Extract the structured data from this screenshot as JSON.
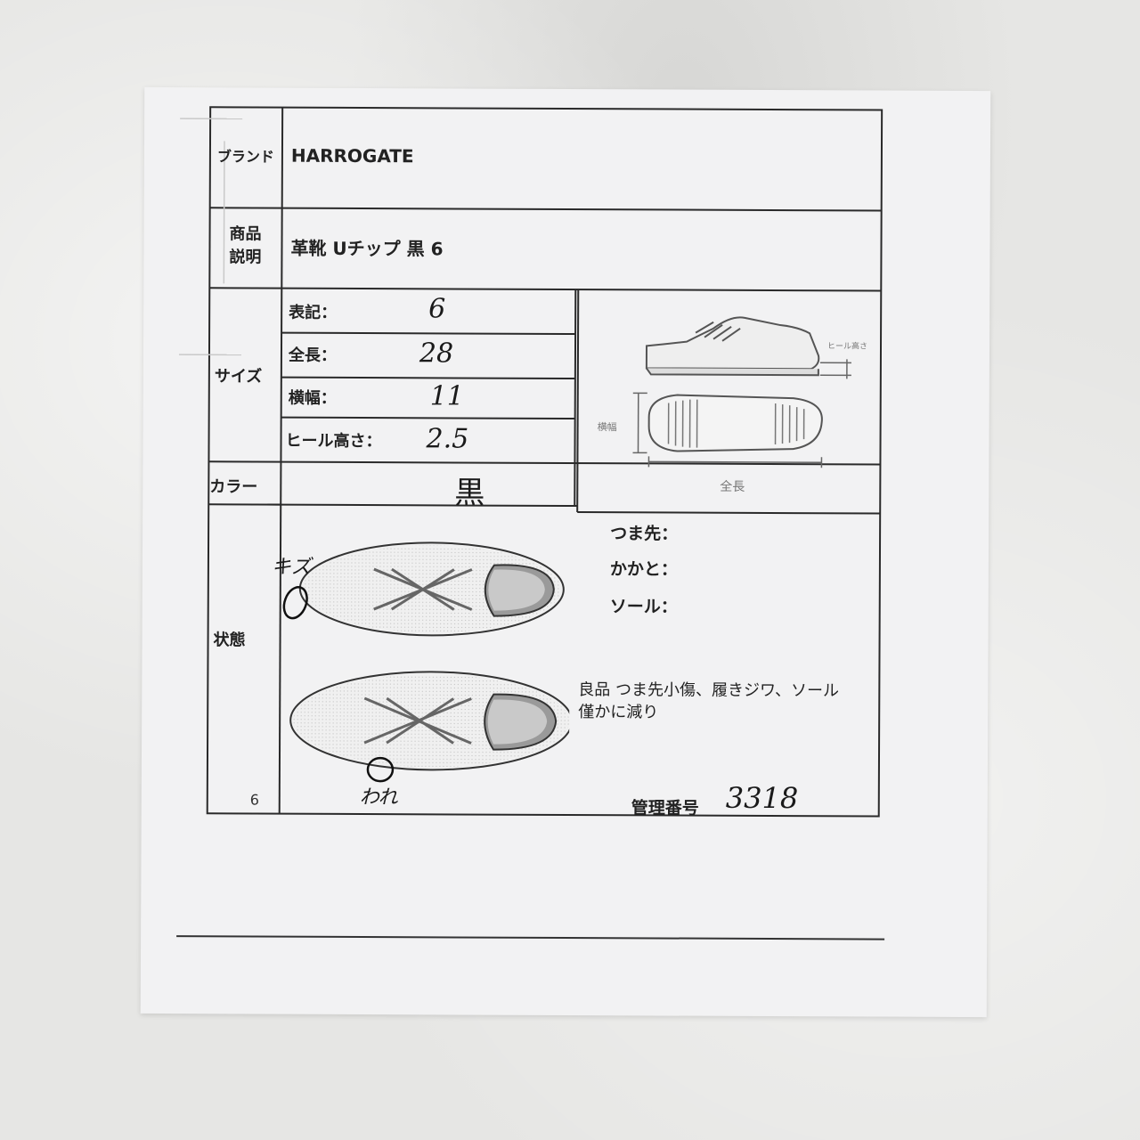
{
  "form": {
    "brand_label": "ブランド",
    "brand_value": "HARROGATE",
    "desc_label_line1": "商品",
    "desc_label_line2": "説明",
    "desc_value": "革靴 Uチップ 黒 6",
    "size_label": "サイズ",
    "size_rows": [
      {
        "label": "表記：",
        "value": "6"
      },
      {
        "label": "全長：",
        "value": "28"
      },
      {
        "label": "横幅：",
        "value": "11"
      },
      {
        "label": "ヒール高さ：",
        "value": "2.5"
      }
    ],
    "color_label": "カラー",
    "color_value": "黒",
    "condition_label": "状態",
    "condition_number": "6",
    "toe_label": "つま先：",
    "heel_label": "かかと：",
    "sole_label": "ソール：",
    "note_line1": "良品 つま先小傷、履きジワ、ソール",
    "note_line2": "僅かに減り",
    "mgmt_label": "管理番号",
    "mgmt_number": "3318",
    "mark_scratch": "キズ",
    "mark_wear": "われ",
    "diagram_full_length": "全長",
    "diagram_width": "横幅",
    "diagram_heel": "ヒール高さ"
  }
}
